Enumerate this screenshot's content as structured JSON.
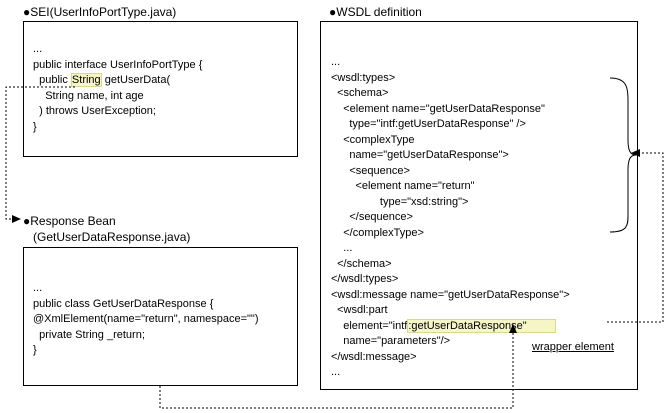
{
  "sei": {
    "caption": "●SEI(UserInfoPortType.java)",
    "lines": [
      "...",
      "public interface UserInfoPortType {",
      "  public ",
      "String",
      " getUserData(",
      "    String name, int age",
      "  ) throws UserException;",
      "}"
    ]
  },
  "bean": {
    "caption_line1": "●Response Bean",
    "caption_line2": "(GetUserDataResponse.java)",
    "lines": [
      "...",
      "public class GetUserDataResponse {",
      "@XmlElement(name=\"return\", namespace=\"\")",
      "  private String _return;",
      "}"
    ]
  },
  "wsdl": {
    "caption": "●WSDL definition",
    "lines": [
      "...",
      "<wsdl:types>",
      "  <schema>",
      "    <element name=\"getUserDataResponse\"",
      "      type=\"intf:getUserDataResponse\" />",
      "    <complexType",
      "      name=\"getUserDataResponse\">",
      "      <sequence>",
      "        <element name=\"return\"",
      "                type=\"xsd:string\">",
      "      </sequence>",
      "    </complexType>",
      "    ...",
      "  </schema>",
      "</wsdl:types>",
      "<wsdl:message name=\"getUserDataResponse\">",
      "  <wsdl:part",
      "    element=\"intf",
      ":getUserDataResponse\"",
      "    name=\"parameters\"/>",
      "</wsdl:message>",
      "..."
    ],
    "wrapper_note": "wrapper element"
  }
}
